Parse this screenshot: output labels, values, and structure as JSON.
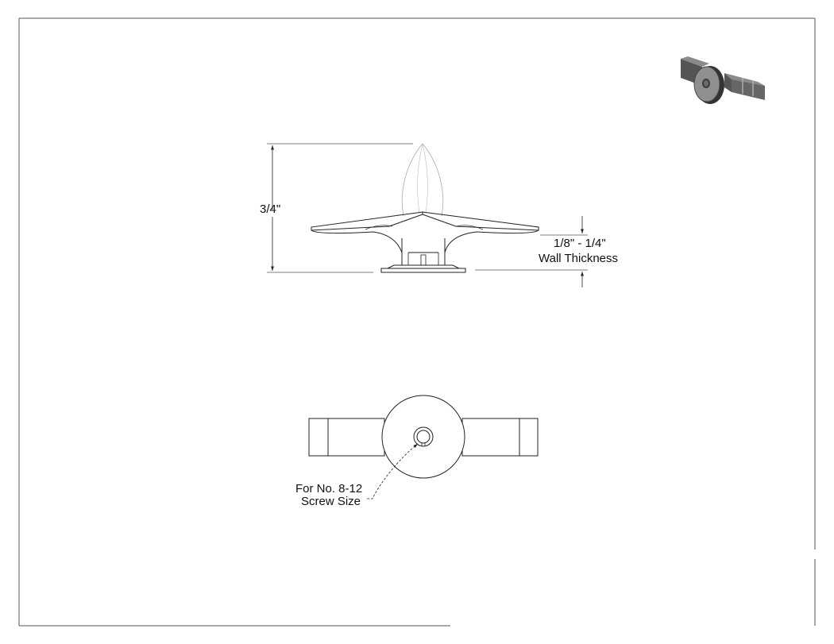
{
  "side_view": {
    "height_dimension": "3/4\"",
    "wall_thickness_range": "1/8\" - 1/4\"",
    "wall_thickness_label": "Wall Thickness"
  },
  "top_view": {
    "callout_line1": "For No. 8-12",
    "callout_line2": "Screw Size"
  },
  "iso_thumbnail": {
    "icon": "toggle-anchor-3d-icon"
  },
  "colors": {
    "line": "#222222",
    "phantom": "#999999",
    "iso_dark": "#555555",
    "iso_mid": "#8a8a8a",
    "iso_light": "#bdbdbd"
  }
}
